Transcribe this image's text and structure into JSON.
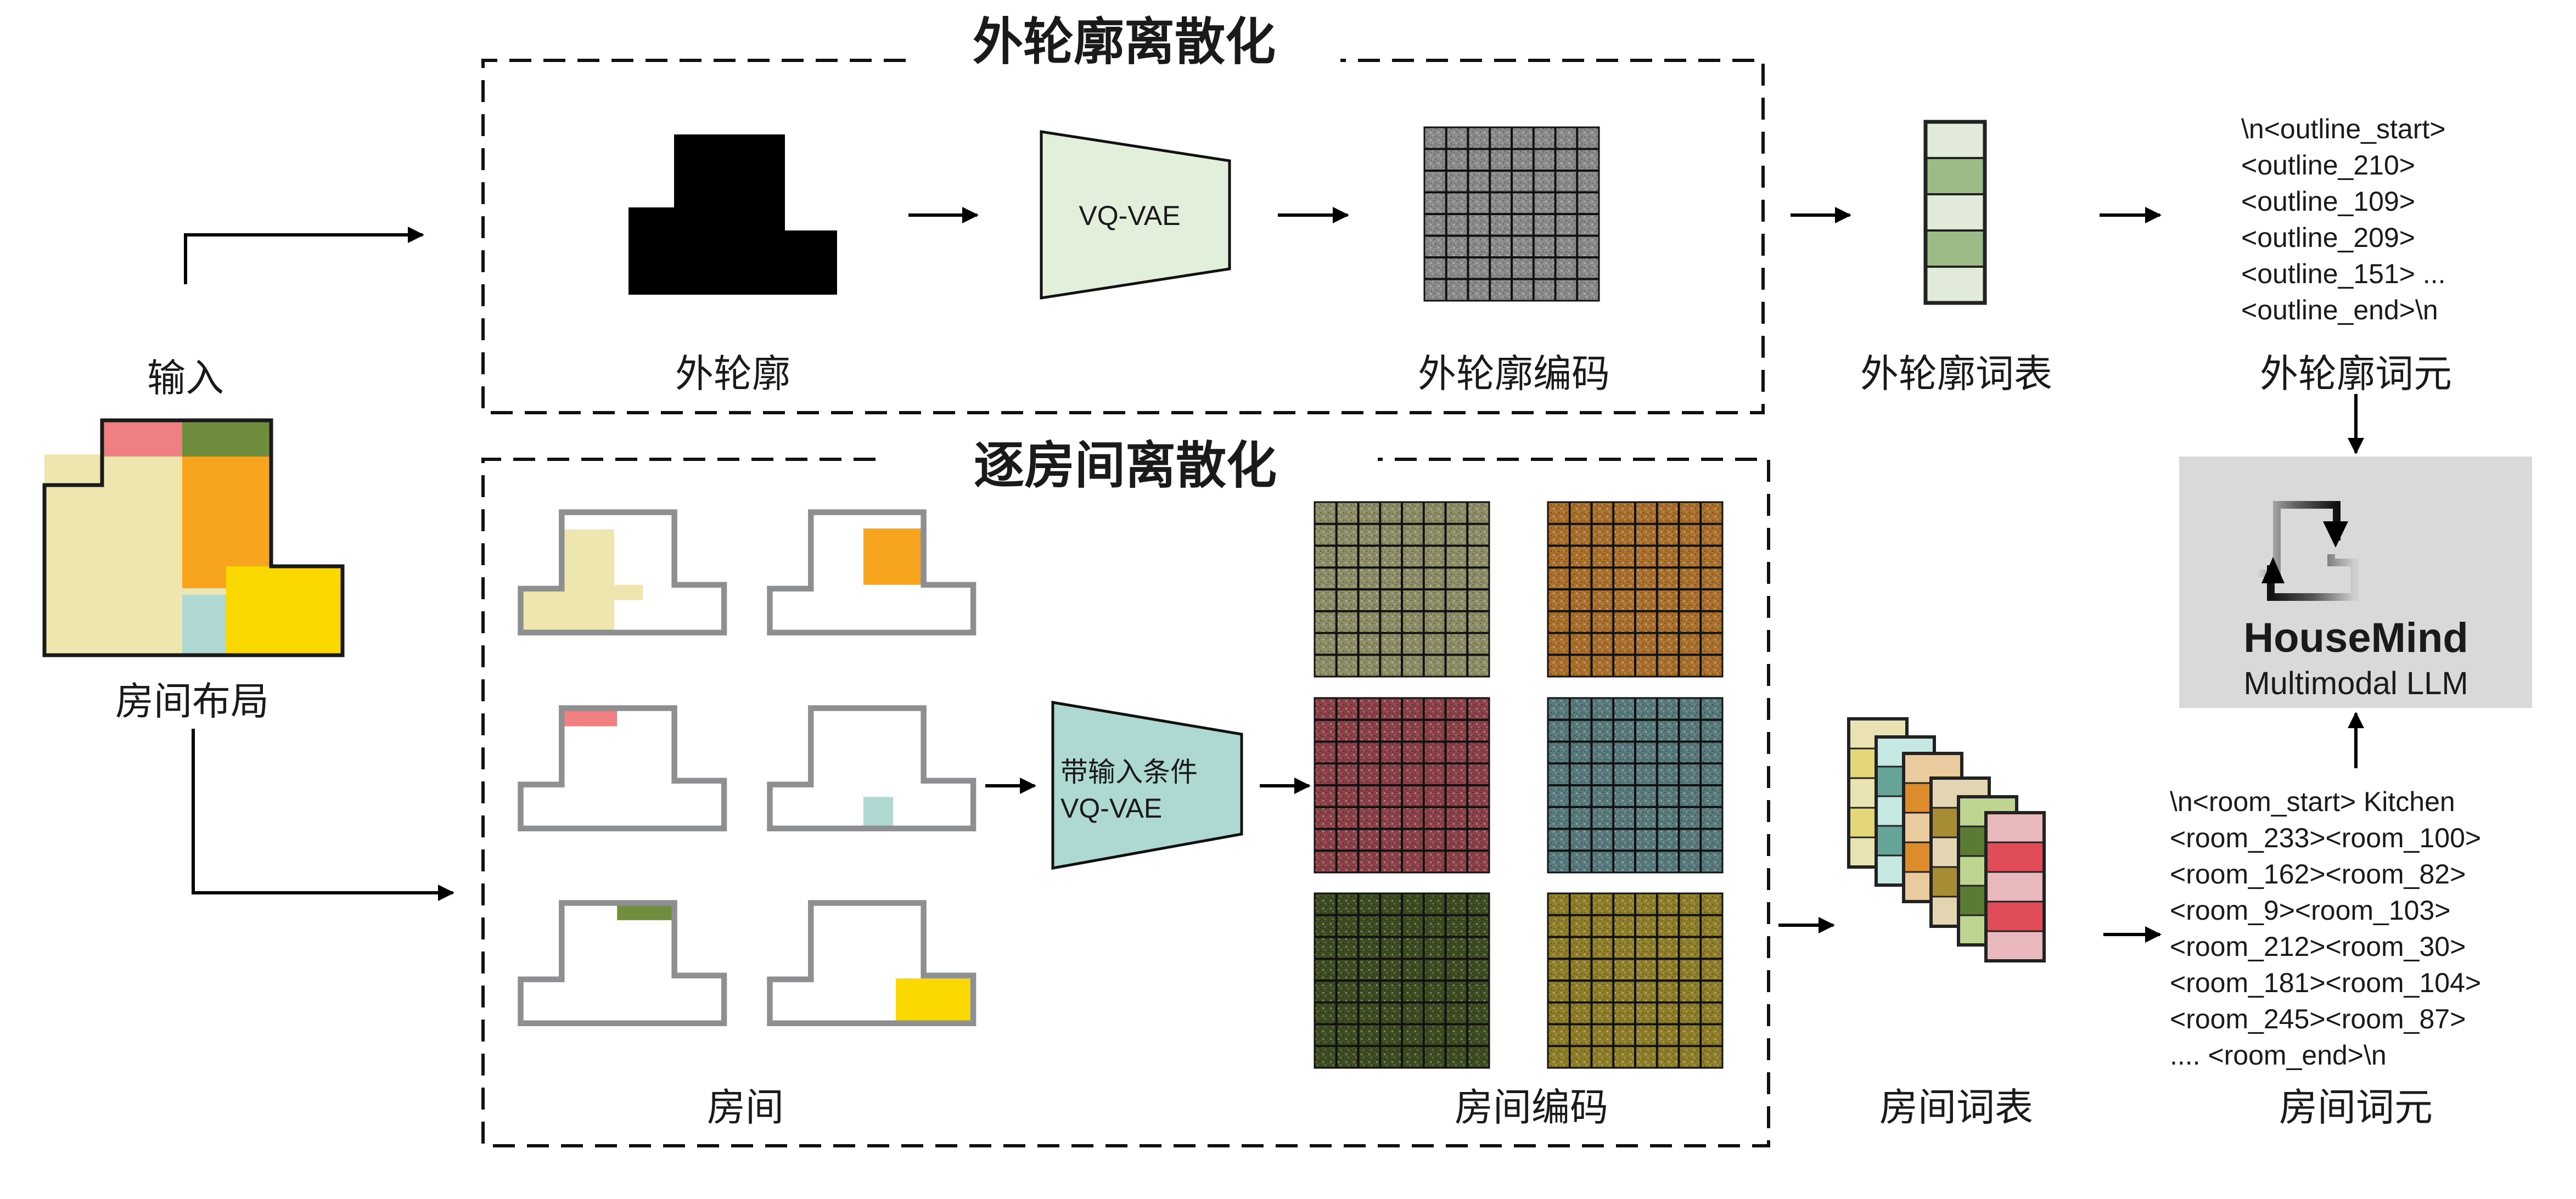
{
  "layout_section": {
    "input_label": "输入",
    "layout_label": "房间布局",
    "rooms": [
      {
        "name": "bedroom-pink",
        "color": "#EF7F81"
      },
      {
        "name": "room-green",
        "color": "#6E8E3D"
      },
      {
        "name": "living-beige",
        "color": "#EDE6AE"
      },
      {
        "name": "room-orange",
        "color": "#F7A41F"
      },
      {
        "name": "bath-teal",
        "color": "#AFD8D3"
      },
      {
        "name": "room-yellow",
        "color": "#FBD800"
      }
    ]
  },
  "outline_section": {
    "title": "外轮廓离散化",
    "outline_label": "外轮廓",
    "encoder_label": "VQ-VAE",
    "encoder_color": "#E2EFDA",
    "code_label": "外轮廓编码",
    "vocab_label": "外轮廓词表",
    "vocab_colors": [
      "#E2EBDA",
      "#9DBB87",
      "#E2EBDA",
      "#9DBB87",
      "#E2EBDA"
    ],
    "tokens_label": "外轮廓词元",
    "tokens": [
      "\\n<outline_start>",
      "<outline_210>",
      "<outline_109>",
      "<outline_209>",
      "<outline_151> ...",
      "<outline_end>\\n"
    ]
  },
  "room_section": {
    "title": "逐房间离散化",
    "rooms_label": "房间",
    "encoder_label_line1": "带输入条件",
    "encoder_label_line2": "VQ-VAE",
    "encoder_color": "#AED8D2",
    "code_label": "房间编码",
    "code_tints": [
      "#8C8C66",
      "#A8702C",
      "#8A4248",
      "#587A7C",
      "#3E4C22",
      "#8E7E2A"
    ],
    "vocab_label": "房间词表",
    "vocab_stacks": [
      [
        "#E9E3B4",
        "#E3D77A",
        "#E9E3B4",
        "#E3D77A",
        "#E9E3B4"
      ],
      [
        "#C6E8E2",
        "#66A399",
        "#C6E8E2",
        "#66A399",
        "#C6E8E2"
      ],
      [
        "#EACBA0",
        "#DC8C2A",
        "#EACBA0",
        "#DC8C2A",
        "#EACBA0"
      ],
      [
        "#E4D5B2",
        "#A58C35",
        "#E4D5B2",
        "#A58C35",
        "#E4D5B2"
      ],
      [
        "#BED592",
        "#5B7B35",
        "#BED592",
        "#5B7B35",
        "#BED592"
      ],
      [
        "#E9B8BC",
        "#E04C58",
        "#E9B8BC",
        "#E04C58",
        "#E9B8BC"
      ]
    ],
    "tokens_label": "房间词元",
    "tokens": [
      "\\n<room_start> Kitchen",
      "<room_233><room_100>",
      "<room_162><room_82>",
      "<room_9><room_103>",
      "<room_212><room_30>",
      "<room_181><room_104>",
      "<room_245><room_87>",
      ".... <room_end>\\n"
    ]
  },
  "model": {
    "name": "HouseMind",
    "subtitle": "Multimodal LLM",
    "background": "#D9D9D9"
  }
}
